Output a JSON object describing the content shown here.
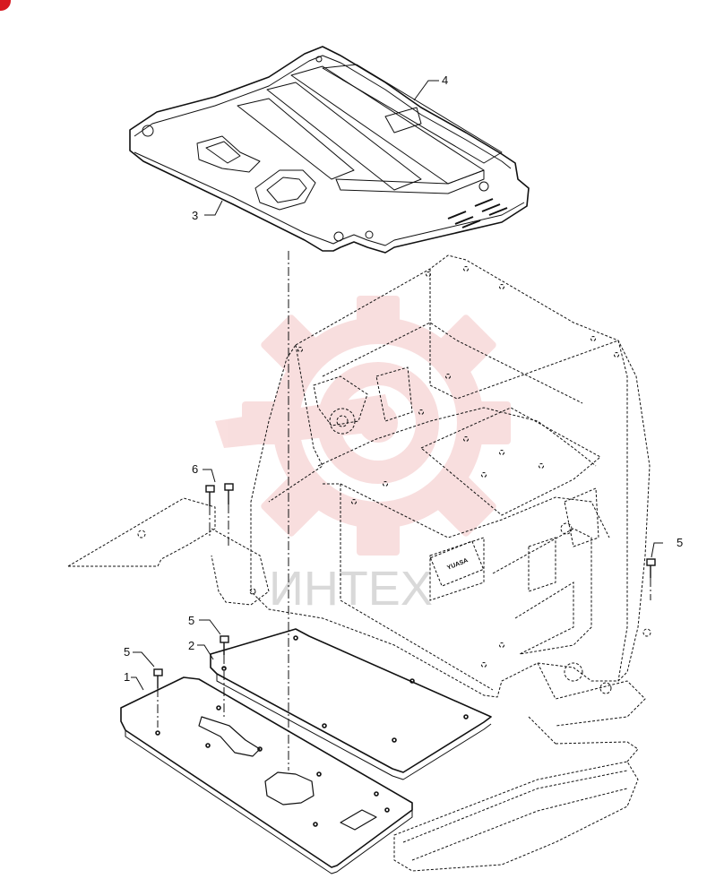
{
  "diagram": {
    "callouts": [
      {
        "id": "c4",
        "text": "4"
      },
      {
        "id": "c3",
        "text": "3"
      },
      {
        "id": "c6",
        "text": "6"
      },
      {
        "id": "c5a",
        "text": "5"
      },
      {
        "id": "c5b",
        "text": "5"
      },
      {
        "id": "c5c",
        "text": "5"
      },
      {
        "id": "c2",
        "text": "2"
      },
      {
        "id": "c1",
        "text": "1"
      }
    ],
    "battery_label": "YUASA",
    "watermark_text": "ИНТЕХ"
  },
  "colors": {
    "line": "#111111",
    "watermark": "#f4c4c4",
    "watermark_text": "#d9d9d9",
    "badge": "#d71920"
  }
}
